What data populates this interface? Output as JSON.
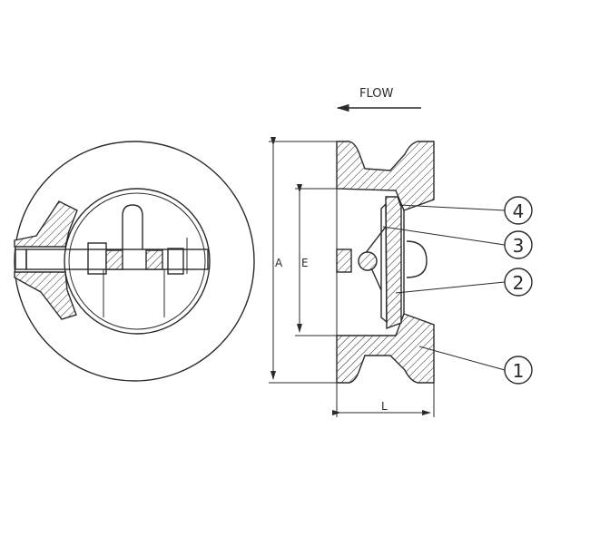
{
  "diagram": {
    "flow_label": "FLOW",
    "dimensions": {
      "a": "A",
      "e": "E",
      "l": "L"
    },
    "callouts": [
      "1",
      "2",
      "3",
      "4"
    ]
  }
}
